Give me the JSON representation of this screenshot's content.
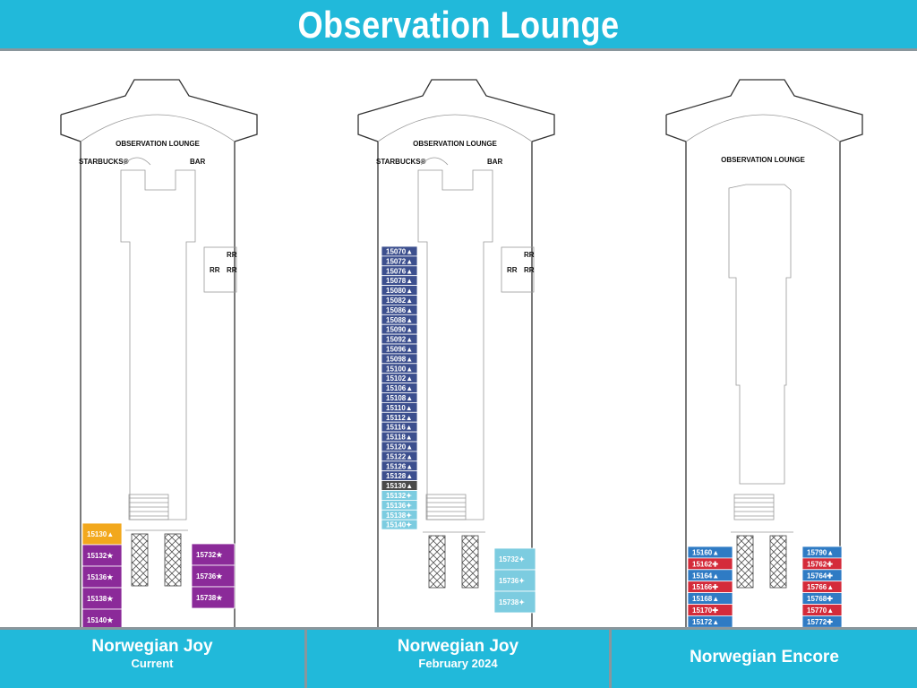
{
  "title": "Observation Lounge",
  "colors": {
    "header": "#21b9da",
    "purple": "#8b2a99",
    "orange": "#f2a81d",
    "navy": "#3c4f8e",
    "light_blue": "#7ccce0",
    "dark_gray": "#4a4a4a",
    "red": "#d42b3a",
    "blue": "#2f7bc4"
  },
  "plans": [
    {
      "lounge_label": "OBSERVATION LOUNGE",
      "starbucks_label": "STARBUCKS®",
      "bar_label": "BAR",
      "restroom_labels": [
        "RR",
        "RR",
        "RR"
      ],
      "left_cabins": [
        {
          "label": "15130▲",
          "type": "orange"
        },
        {
          "label": "15132★",
          "type": "purple"
        },
        {
          "label": "15136★",
          "type": "purple"
        },
        {
          "label": "15138★",
          "type": "purple"
        },
        {
          "label": "15140★",
          "type": "purple"
        }
      ],
      "right_cabins": [
        {
          "label": "15732★",
          "type": "purple"
        },
        {
          "label": "15736★",
          "type": "purple"
        },
        {
          "label": "15738★",
          "type": "purple"
        }
      ]
    },
    {
      "lounge_label": "OBSERVATION LOUNGE",
      "starbucks_label": "STARBUCKS®",
      "bar_label": "BAR",
      "restroom_labels": [
        "RR",
        "RR",
        "RR"
      ],
      "left_cabins": [
        {
          "label": "15070▲",
          "type": "navy"
        },
        {
          "label": "15072▲",
          "type": "navy"
        },
        {
          "label": "15076▲",
          "type": "navy"
        },
        {
          "label": "15078▲",
          "type": "navy"
        },
        {
          "label": "15080▲",
          "type": "navy"
        },
        {
          "label": "15082▲",
          "type": "navy"
        },
        {
          "label": "15086▲",
          "type": "navy"
        },
        {
          "label": "15088▲",
          "type": "navy"
        },
        {
          "label": "15090▲",
          "type": "navy"
        },
        {
          "label": "15092▲",
          "type": "navy"
        },
        {
          "label": "15096▲",
          "type": "navy"
        },
        {
          "label": "15098▲",
          "type": "navy"
        },
        {
          "label": "15100▲",
          "type": "navy"
        },
        {
          "label": "15102▲",
          "type": "navy"
        },
        {
          "label": "15106▲",
          "type": "navy"
        },
        {
          "label": "15108▲",
          "type": "navy"
        },
        {
          "label": "15110▲",
          "type": "navy"
        },
        {
          "label": "15112▲",
          "type": "navy"
        },
        {
          "label": "15116▲",
          "type": "navy"
        },
        {
          "label": "15118▲",
          "type": "navy"
        },
        {
          "label": "15120▲",
          "type": "navy"
        },
        {
          "label": "15122▲",
          "type": "navy"
        },
        {
          "label": "15126▲",
          "type": "navy"
        },
        {
          "label": "15128▲",
          "type": "navy"
        },
        {
          "label": "15130▲",
          "type": "dark_gray"
        },
        {
          "label": "15132✦",
          "type": "light_blue"
        },
        {
          "label": "15136✦",
          "type": "light_blue"
        },
        {
          "label": "15138✦",
          "type": "light_blue"
        },
        {
          "label": "15140✦",
          "type": "light_blue"
        }
      ],
      "right_cabins": [
        {
          "label": "15732✦",
          "type": "light_blue"
        },
        {
          "label": "15736✦",
          "type": "light_blue"
        },
        {
          "label": "15738✦",
          "type": "light_blue"
        }
      ]
    },
    {
      "lounge_label": "OBSERVATION LOUNGE",
      "left_cabins": [
        {
          "label": "15160▲",
          "type": "blue"
        },
        {
          "label": "15162✚",
          "type": "red"
        },
        {
          "label": "15164▲",
          "type": "blue"
        },
        {
          "label": "15166✚",
          "type": "red"
        },
        {
          "label": "15168▲",
          "type": "blue"
        },
        {
          "label": "15170✚",
          "type": "red"
        },
        {
          "label": "15172▲",
          "type": "blue"
        }
      ],
      "right_cabins": [
        {
          "label": "15790▲",
          "type": "blue"
        },
        {
          "label": "15762✚",
          "type": "red"
        },
        {
          "label": "15764✚",
          "type": "blue"
        },
        {
          "label": "15766▲",
          "type": "red"
        },
        {
          "label": "15768✚",
          "type": "blue"
        },
        {
          "label": "15770▲",
          "type": "red"
        },
        {
          "label": "15772✚",
          "type": "blue"
        }
      ]
    }
  ],
  "footer": [
    {
      "name": "Norwegian Joy",
      "sub": "Current"
    },
    {
      "name": "Norwegian Joy",
      "sub": "February 2024"
    },
    {
      "name": "Norwegian Encore"
    }
  ]
}
